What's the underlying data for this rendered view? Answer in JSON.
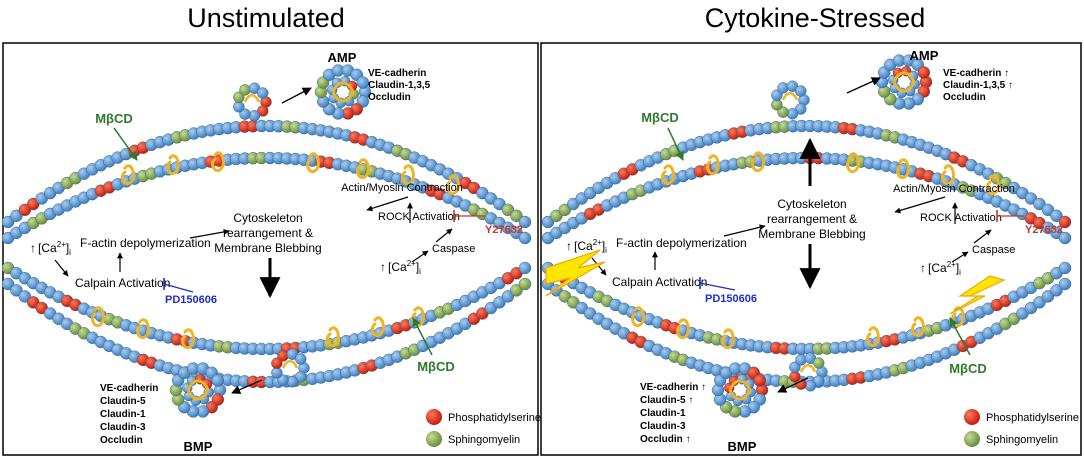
{
  "panels": [
    {
      "title": "Unstimulated",
      "amp": {
        "title": "AMP",
        "proteins": [
          "VE-cadherin",
          "Claudin-1,3,5",
          "Occludin"
        ]
      },
      "bmp": {
        "title": "BMP",
        "proteins": [
          "VE-cadherin",
          "Claudin-5",
          "Claudin-1",
          "Claudin-3",
          "Occludin"
        ]
      },
      "mbcd": "MβCD",
      "labels": {
        "actin_myosin": "Actin/Myosin Contraction",
        "rock": "ROCK Activation",
        "y27632": "Y27632",
        "caspase": "Caspase",
        "cytoskeleton": [
          "Cytoskeleton",
          "rearrangement &",
          "Membrane Blebbing"
        ],
        "factin": "F-actin depolymerization",
        "calpain": "Calpain Activation",
        "pd": "PD150606",
        "ca_base": "[Ca",
        "ca_sup": "2+",
        "ca_close": "]",
        "ca_sub": "i"
      },
      "legend": [
        "Phosphatidylserine",
        "Sphingomyelin"
      ]
    },
    {
      "title": "Cytokine-Stressed",
      "amp": {
        "title": "AMP",
        "proteins": [
          "VE-cadherin",
          "Claudin-1,3,5",
          "Occludin"
        ]
      },
      "bmp": {
        "title": "BMP",
        "proteins": [
          "VE-cadherin",
          "Claudin-5",
          "Claudin-1",
          "Claudin-3",
          "Occludin"
        ]
      },
      "mbcd": "MβCD",
      "labels": {
        "actin_myosin": "Actin/Myosin Contraction",
        "rock": "ROCK Activation",
        "y27632": "Y27632",
        "caspase": "Caspase",
        "cytoskeleton": [
          "Cytoskeleton",
          "rearrangement &",
          "Membrane Blebbing"
        ],
        "factin": "F-actin depolymerization",
        "calpain": "Calpain Activation",
        "pd": "PD150606",
        "ca_base": "[Ca",
        "ca_sup": "2+",
        "ca_close": "]",
        "ca_sub": "i"
      },
      "legend": [
        "Phosphatidylserine",
        "Sphingomyelin"
      ]
    }
  ],
  "colors": {
    "lipid_blue": "#5b9bd5",
    "phosphatidylserine": "#e8321a",
    "sphingomyelin": "#8fb35a",
    "cholesterol": "#f0b323",
    "mbcd_green": "#2f7a2f",
    "inhibitor_red": "#c0392b",
    "inhibitor_blue": "#1f2ccf",
    "lightning": "#ffe600"
  }
}
